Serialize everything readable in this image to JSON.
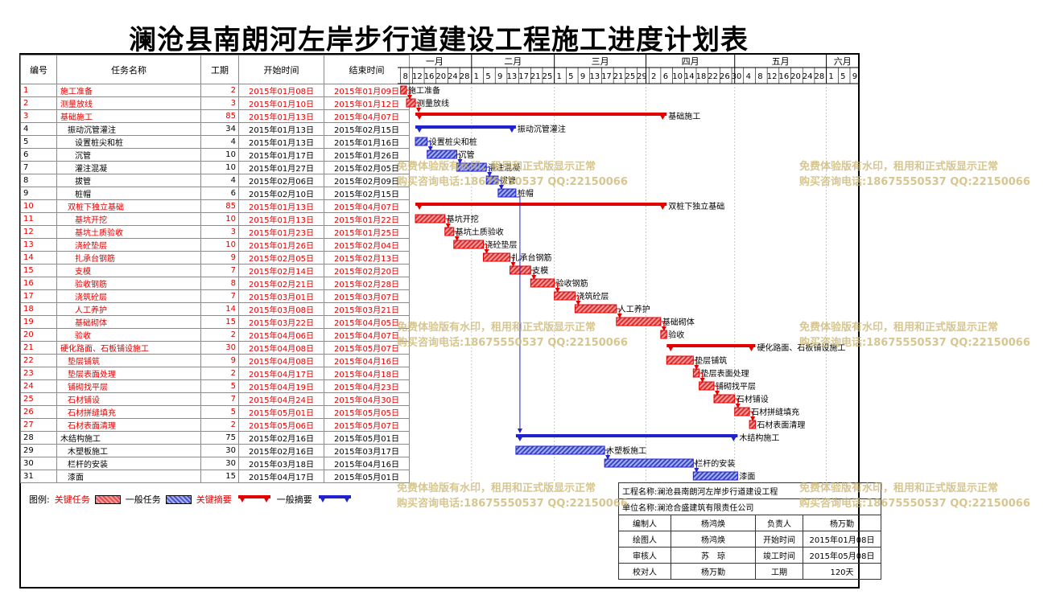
{
  "title": "澜沧县南朗河左岸步行道建设工程施工进度计划表",
  "headers": {
    "id": "编号",
    "name": "任务名称",
    "duration": "工期",
    "start": "开始时间",
    "end": "结束时间"
  },
  "colors": {
    "critical": "#e00000",
    "normal": "#2222cc",
    "grid": "#8a8a8a"
  },
  "chart_data": {
    "type": "gantt",
    "title": "澜沧县南朗河左岸步行道建设工程施工进度计划表",
    "x_axis_months": [
      "一月",
      "二月",
      "三月",
      "四月",
      "五月",
      "六月"
    ],
    "x_axis_days": [
      8,
      12,
      16,
      20,
      24,
      28,
      1,
      5,
      9,
      13,
      17,
      21,
      25,
      1,
      5,
      9,
      13,
      17,
      21,
      25,
      29,
      2,
      6,
      10,
      14,
      18,
      22,
      26,
      30,
      4,
      8,
      12,
      16,
      20,
      24,
      28,
      1,
      5,
      9
    ],
    "x_range": [
      "2015-01-07",
      "2015-06-12"
    ],
    "tasks": [
      {
        "id": "1",
        "name": "施工准备",
        "dur": 2,
        "start": "2015年01月08日",
        "end": "2015年01月09日",
        "s": "2015-01-08",
        "e": "2015-01-09",
        "kind": "task",
        "crit": true,
        "indent": 0
      },
      {
        "id": "2",
        "name": "测量放线",
        "dur": 3,
        "start": "2015年01月10日",
        "end": "2015年01月12日",
        "s": "2015-01-10",
        "e": "2015-01-12",
        "kind": "task",
        "crit": true,
        "indent": 0
      },
      {
        "id": "3",
        "name": "基础施工",
        "dur": 85,
        "start": "2015年01月13日",
        "end": "2015年04月07日",
        "s": "2015-01-13",
        "e": "2015-04-07",
        "kind": "summary",
        "crit": true,
        "indent": 0
      },
      {
        "id": "4",
        "name": "振动沉管灌注",
        "dur": 34,
        "start": "2015年01月13日",
        "end": "2015年02月15日",
        "s": "2015-01-13",
        "e": "2015-02-15",
        "kind": "summary",
        "crit": false,
        "indent": 1
      },
      {
        "id": "5",
        "name": "设置桩尖和桩",
        "dur": 4,
        "start": "2015年01月13日",
        "end": "2015年01月16日",
        "s": "2015-01-13",
        "e": "2015-01-16",
        "kind": "task",
        "crit": false,
        "indent": 2
      },
      {
        "id": "6",
        "name": "沉管",
        "dur": 10,
        "start": "2015年01月17日",
        "end": "2015年01月26日",
        "s": "2015-01-17",
        "e": "2015-01-26",
        "kind": "task",
        "crit": false,
        "indent": 2
      },
      {
        "id": "7",
        "name": "灌注混凝",
        "dur": 10,
        "start": "2015年01月27日",
        "end": "2015年02月05日",
        "s": "2015-01-27",
        "e": "2015-02-05",
        "kind": "task",
        "crit": false,
        "indent": 2
      },
      {
        "id": "8",
        "name": "拔管",
        "dur": 4,
        "start": "2015年02月06日",
        "end": "2015年02月09日",
        "s": "2015-02-06",
        "e": "2015-02-09",
        "kind": "task",
        "crit": false,
        "indent": 2
      },
      {
        "id": "9",
        "name": "桩帽",
        "dur": 6,
        "start": "2015年02月10日",
        "end": "2015年02月15日",
        "s": "2015-02-10",
        "e": "2015-02-15",
        "kind": "task",
        "crit": false,
        "indent": 2
      },
      {
        "id": "10",
        "name": "双桩下独立基础",
        "dur": 85,
        "start": "2015年01月13日",
        "end": "2015年04月07日",
        "s": "2015-01-13",
        "e": "2015-04-07",
        "kind": "summary",
        "crit": true,
        "indent": 1
      },
      {
        "id": "11",
        "name": "基坑开挖",
        "dur": 10,
        "start": "2015年01月13日",
        "end": "2015年01月22日",
        "s": "2015-01-13",
        "e": "2015-01-22",
        "kind": "task",
        "crit": true,
        "indent": 2
      },
      {
        "id": "12",
        "name": "基坑土质验收",
        "dur": 3,
        "start": "2015年01月23日",
        "end": "2015年01月25日",
        "s": "2015-01-23",
        "e": "2015-01-25",
        "kind": "task",
        "crit": true,
        "indent": 2
      },
      {
        "id": "13",
        "name": "浇砼垫层",
        "dur": 10,
        "start": "2015年01月26日",
        "end": "2015年02月04日",
        "s": "2015-01-26",
        "e": "2015-02-04",
        "kind": "task",
        "crit": true,
        "indent": 2
      },
      {
        "id": "14",
        "name": "扎承台钢筋",
        "dur": 9,
        "start": "2015年02月05日",
        "end": "2015年02月13日",
        "s": "2015-02-05",
        "e": "2015-02-13",
        "kind": "task",
        "crit": true,
        "indent": 2
      },
      {
        "id": "15",
        "name": "支模",
        "dur": 7,
        "start": "2015年02月14日",
        "end": "2015年02月20日",
        "s": "2015-02-14",
        "e": "2015-02-20",
        "kind": "task",
        "crit": true,
        "indent": 2
      },
      {
        "id": "16",
        "name": "验收钢筋",
        "dur": 8,
        "start": "2015年02月21日",
        "end": "2015年02月28日",
        "s": "2015-02-21",
        "e": "2015-02-28",
        "kind": "task",
        "crit": true,
        "indent": 2
      },
      {
        "id": "17",
        "name": "浇筑砼层",
        "dur": 7,
        "start": "2015年03月01日",
        "end": "2015年03月07日",
        "s": "2015-03-01",
        "e": "2015-03-07",
        "kind": "task",
        "crit": true,
        "indent": 2
      },
      {
        "id": "18",
        "name": "人工养护",
        "dur": 14,
        "start": "2015年03月08日",
        "end": "2015年03月21日",
        "s": "2015-03-08",
        "e": "2015-03-21",
        "kind": "task",
        "crit": true,
        "indent": 2
      },
      {
        "id": "19",
        "name": "基础砌体",
        "dur": 15,
        "start": "2015年03月22日",
        "end": "2015年04月05日",
        "s": "2015-03-22",
        "e": "2015-04-05",
        "kind": "task",
        "crit": true,
        "indent": 2
      },
      {
        "id": "20",
        "name": "验收",
        "dur": 2,
        "start": "2015年04月06日",
        "end": "2015年04月07日",
        "s": "2015-04-06",
        "e": "2015-04-07",
        "kind": "task",
        "crit": true,
        "indent": 2
      },
      {
        "id": "21",
        "name": "硬化路面、石板铺设施工",
        "dur": 30,
        "start": "2015年04月08日",
        "end": "2015年05月07日",
        "s": "2015-04-08",
        "e": "2015-05-07",
        "kind": "summary",
        "crit": true,
        "indent": 0
      },
      {
        "id": "22",
        "name": "垫层铺筑",
        "dur": 9,
        "start": "2015年04月08日",
        "end": "2015年04月16日",
        "s": "2015-04-08",
        "e": "2015-04-16",
        "kind": "task",
        "crit": true,
        "indent": 1
      },
      {
        "id": "23",
        "name": "垫层表面处理",
        "dur": 2,
        "start": "2015年04月17日",
        "end": "2015年04月18日",
        "s": "2015-04-17",
        "e": "2015-04-18",
        "kind": "task",
        "crit": true,
        "indent": 1
      },
      {
        "id": "24",
        "name": "铺砌找平层",
        "dur": 5,
        "start": "2015年04月19日",
        "end": "2015年04月23日",
        "s": "2015-04-19",
        "e": "2015-04-23",
        "kind": "task",
        "crit": true,
        "indent": 1
      },
      {
        "id": "25",
        "name": "石材铺设",
        "dur": 7,
        "start": "2015年04月24日",
        "end": "2015年04月30日",
        "s": "2015-04-24",
        "e": "2015-04-30",
        "kind": "task",
        "crit": true,
        "indent": 1
      },
      {
        "id": "26",
        "name": "石材拼缝填充",
        "dur": 5,
        "start": "2015年05月01日",
        "end": "2015年05月05日",
        "s": "2015-05-01",
        "e": "2015-05-05",
        "kind": "task",
        "crit": true,
        "indent": 1
      },
      {
        "id": "27",
        "name": "石材表面清理",
        "dur": 2,
        "start": "2015年05月06日",
        "end": "2015年05月07日",
        "s": "2015-05-06",
        "e": "2015-05-07",
        "kind": "task",
        "crit": true,
        "indent": 1
      },
      {
        "id": "28",
        "name": "木结构施工",
        "dur": 75,
        "start": "2015年02月16日",
        "end": "2015年05月01日",
        "s": "2015-02-16",
        "e": "2015-05-01",
        "kind": "summary",
        "crit": false,
        "indent": 0
      },
      {
        "id": "29",
        "name": "木塑板施工",
        "dur": 30,
        "start": "2015年02月16日",
        "end": "2015年03月17日",
        "s": "2015-02-16",
        "e": "2015-03-17",
        "kind": "task",
        "crit": false,
        "indent": 1
      },
      {
        "id": "30",
        "name": "栏杆的安装",
        "dur": 30,
        "start": "2015年03月18日",
        "end": "2015年04月16日",
        "s": "2015-03-18",
        "e": "2015-04-16",
        "kind": "task",
        "crit": false,
        "indent": 1
      },
      {
        "id": "31",
        "name": "漆面",
        "dur": 15,
        "start": "2015年04月17日",
        "end": "2015年05月01日",
        "s": "2015-04-17",
        "e": "2015-05-01",
        "kind": "task",
        "crit": false,
        "indent": 1
      }
    ]
  },
  "legend": {
    "label": "图例:",
    "critical_task": "关键任务",
    "normal_task": "一般任务",
    "critical_summary": "关键摘要",
    "normal_summary": "一般摘要"
  },
  "info": {
    "project_label": "工程名称:",
    "project": "澜沧县南朗河左岸步行道建设工程",
    "unit_label": "单位名称:",
    "unit": "澜沧合盛建筑有限责任公司",
    "rows": [
      [
        "编制人",
        "杨鸿焕",
        "负责人",
        "杨万勤"
      ],
      [
        "绘图人",
        "杨鸿焕",
        "开始时间",
        "2015年01月08日"
      ],
      [
        "审核人",
        "苏　琼",
        "竣工时间",
        "2015年05月08日"
      ],
      [
        "校对人",
        "杨万勤",
        "工期",
        "120天"
      ]
    ]
  },
  "watermark": {
    "line1": "免费体验版有水印，租用和正式版显示正常",
    "line2": "购买咨询电话:18675550537 QQ:22150066"
  }
}
